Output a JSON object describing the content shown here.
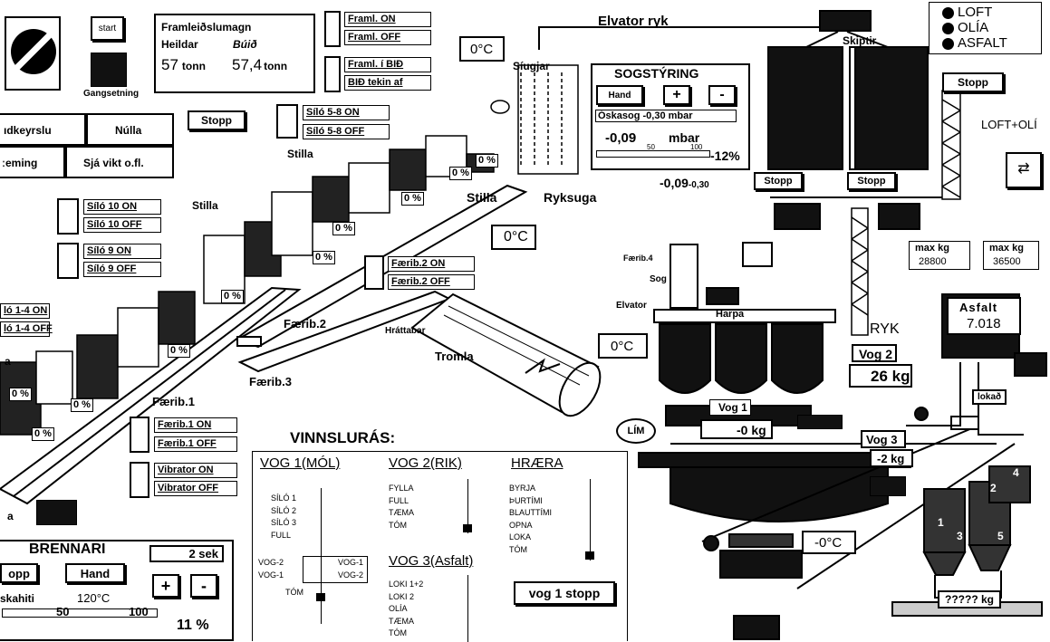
{
  "top_left": {
    "start_label": "start",
    "gangsetning_label": "Gangsetning"
  },
  "production": {
    "title": "Framleiðslumagn",
    "total_label": "Heildar",
    "done_label": "Búið",
    "total_value": "57",
    "total_unit": "tonn",
    "done_value": "57,4",
    "done_unit": "tonn"
  },
  "framl": {
    "on": "Framl.  ON",
    "off": "Framl.  OFF",
    "bid": "Framl. í BIÐ",
    "bid_taken": "BIÐ tekin af"
  },
  "left_menu": {
    "handkeyrsla": "ıdkeyrslu",
    "nulla": "Núlla",
    "stopp": "Stopp",
    "vigtun": "ːeming",
    "sja_vikt": "Sjá vikt o.fl."
  },
  "silos": {
    "s58_on": "Síló 5-8  ON",
    "s58_off": "Síló 5-8  OFF",
    "s10_on": "Síló 10 ON",
    "s10_off": "Síló 10 OFF",
    "s9_on": "Síló 9  ON",
    "s9_off": "Síló 9  OFF",
    "s14_on": "ló 1-4  ON",
    "s14_off": "ló 1-4  OFF",
    "stilla": "Stilla",
    "stilla2": "Stilla",
    "stilla3": "Stilla"
  },
  "pcts": [
    "0 %",
    "0 %",
    "0 %",
    "0 %",
    "0 %",
    "0 %",
    "0 %",
    "0 %",
    "0 %",
    "0 %"
  ],
  "conveyors": {
    "f1": "Færib.1",
    "f2": "Færib.2",
    "f3": "Færib.3",
    "f4": "Færib.4",
    "f2_on": "Færib.2  ON",
    "f2_off": "Færib.2  OFF",
    "f1_on": "Færib.1  ON",
    "f1_off": "Færib.1  OFF",
    "vib_on": "Vibrator ON",
    "vib_off": "Vibrator OFF"
  },
  "temps": {
    "t1": "0°C",
    "t2": "0°C",
    "t3": "0°C",
    "t4": "-0°C"
  },
  "drum": {
    "label": "Tromla",
    "hraunstag": "Hráttabar"
  },
  "filter": {
    "label": "Síugjar",
    "ryksuga": "Ryksuga",
    "elevator": "Elvator ryk",
    "skiptir": "Skiptir"
  },
  "sog": {
    "title": "SOGSTÝRING",
    "hand": "Hand",
    "plus": "+",
    "minus": "-",
    "setpoint": "Óskasog  -0,30  mbar",
    "value": "-0,09",
    "unit": "mbar",
    "scale_50": "50",
    "scale_100": "100",
    "pct": "-12%",
    "bottom": "-0,09",
    "bottom_sub": "-0,30"
  },
  "legend": {
    "items": [
      "LOFT",
      "OLÍA",
      "ASFALT"
    ],
    "loft_oli": "LOFT+OLÍ"
  },
  "stopps": {
    "top": "Stopp",
    "s1": "Stopp",
    "s2": "Stopp"
  },
  "mixer": {
    "f4": "Færib.4",
    "sog": "Sog",
    "elvator": "Elvator",
    "harpa": "Harpa",
    "vog1": "Vog 1",
    "vog1_val": "-0 kg",
    "lim": "LÍM",
    "vog2": "Vog 2",
    "vog2_val": "26  kg",
    "ryk": "RYK",
    "vog3": "Vog 3",
    "vog3_val": "-2 kg",
    "loksd": "lokað"
  },
  "asfalt": {
    "max1_label": "max kg",
    "max1_val": "28800",
    "max2_label": "max kg",
    "max2_val": "36500",
    "title": "Asfalt",
    "value": "7.018"
  },
  "silos_right": {
    "n1": "1",
    "n2": "2",
    "n3": "3",
    "n4": "4",
    "n5": "5",
    "total": "????? kg"
  },
  "burner": {
    "title": "BRENNARI",
    "time": "2 sek",
    "stopp": "opp",
    "hand": "Hand",
    "plus": "+",
    "minus": "-",
    "temp_label": "skahiti",
    "temp_val": "120°C",
    "s50": "50",
    "s100": "100",
    "pct": "11 %"
  },
  "misc": {
    "a_label": "a",
    "a2_label": "a"
  },
  "vinnsla": {
    "title": "VINNSLURÁS:",
    "vog1_title": "VOG 1(MÓL)",
    "vog2_title": "VOG 2(RIK)",
    "hraera_title": "HRÆRA",
    "vog3_title": "VOG 3(Asfalt)",
    "vog1_items": [
      "SÍLÓ 1",
      "SÍLÓ 2",
      "SÍLÓ 3",
      "FULL"
    ],
    "vog1_lower": [
      "VOG-2",
      "VOG-1",
      "VOG-1",
      "VOG-2",
      "TÓM"
    ],
    "vog2_items": [
      "FYLLA",
      "FULL",
      "TÆMA",
      "TÓM"
    ],
    "hraera_items": [
      "BYRJA",
      "ÞURTÍMI",
      "BLAUTTÍMI",
      "OPNA",
      "LOKA",
      "TÓM"
    ],
    "vog3_items": [
      "LOKI 1+2",
      "LOKI 2",
      "OLÍA",
      "TÆMA",
      "TÓM"
    ],
    "vog1_stopp": "vog 1 stopp"
  }
}
